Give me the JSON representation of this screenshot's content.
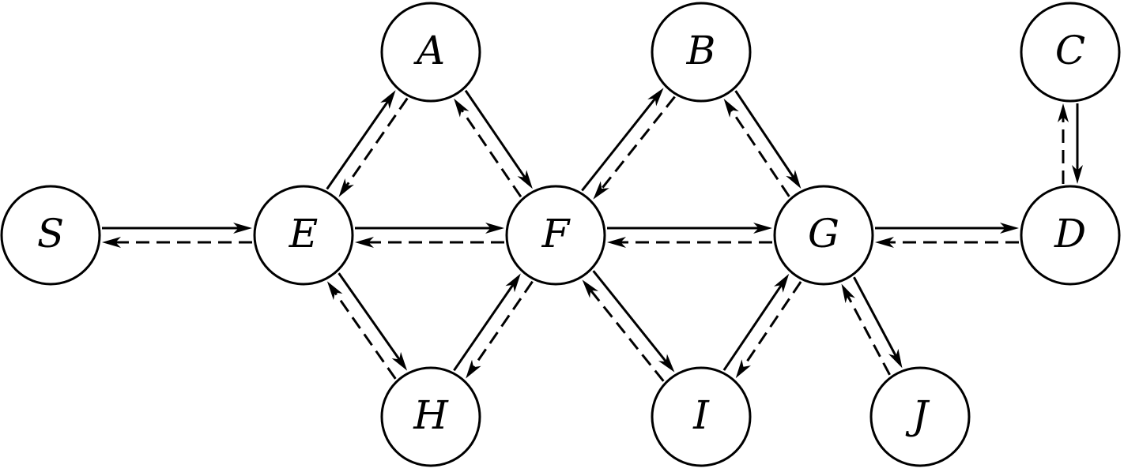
{
  "diagram": {
    "nodes": [
      {
        "id": "S",
        "label": "S"
      },
      {
        "id": "E",
        "label": "E"
      },
      {
        "id": "A",
        "label": "A"
      },
      {
        "id": "H",
        "label": "H"
      },
      {
        "id": "F",
        "label": "F"
      },
      {
        "id": "B",
        "label": "B"
      },
      {
        "id": "I",
        "label": "I"
      },
      {
        "id": "G",
        "label": "G"
      },
      {
        "id": "J",
        "label": "J"
      },
      {
        "id": "C",
        "label": "C"
      },
      {
        "id": "D",
        "label": "D"
      }
    ],
    "edges": [
      {
        "from": "S",
        "to": "E",
        "style": "solid"
      },
      {
        "from": "E",
        "to": "S",
        "style": "dashed"
      },
      {
        "from": "E",
        "to": "F",
        "style": "solid"
      },
      {
        "from": "F",
        "to": "E",
        "style": "dashed"
      },
      {
        "from": "F",
        "to": "G",
        "style": "solid"
      },
      {
        "from": "G",
        "to": "F",
        "style": "dashed"
      },
      {
        "from": "G",
        "to": "D",
        "style": "solid"
      },
      {
        "from": "D",
        "to": "G",
        "style": "dashed"
      },
      {
        "from": "E",
        "to": "A",
        "style": "solid"
      },
      {
        "from": "A",
        "to": "E",
        "style": "dashed"
      },
      {
        "from": "A",
        "to": "F",
        "style": "solid"
      },
      {
        "from": "F",
        "to": "A",
        "style": "dashed"
      },
      {
        "from": "E",
        "to": "H",
        "style": "solid"
      },
      {
        "from": "H",
        "to": "E",
        "style": "dashed"
      },
      {
        "from": "H",
        "to": "F",
        "style": "solid"
      },
      {
        "from": "F",
        "to": "H",
        "style": "dashed"
      },
      {
        "from": "F",
        "to": "B",
        "style": "solid"
      },
      {
        "from": "B",
        "to": "F",
        "style": "dashed"
      },
      {
        "from": "B",
        "to": "G",
        "style": "solid"
      },
      {
        "from": "G",
        "to": "B",
        "style": "dashed"
      },
      {
        "from": "F",
        "to": "I",
        "style": "solid"
      },
      {
        "from": "I",
        "to": "F",
        "style": "dashed"
      },
      {
        "from": "I",
        "to": "G",
        "style": "solid"
      },
      {
        "from": "G",
        "to": "I",
        "style": "dashed"
      },
      {
        "from": "G",
        "to": "J",
        "style": "solid"
      },
      {
        "from": "J",
        "to": "G",
        "style": "dashed"
      },
      {
        "from": "C",
        "to": "D",
        "style": "solid"
      },
      {
        "from": "D",
        "to": "C",
        "style": "dashed"
      }
    ]
  }
}
